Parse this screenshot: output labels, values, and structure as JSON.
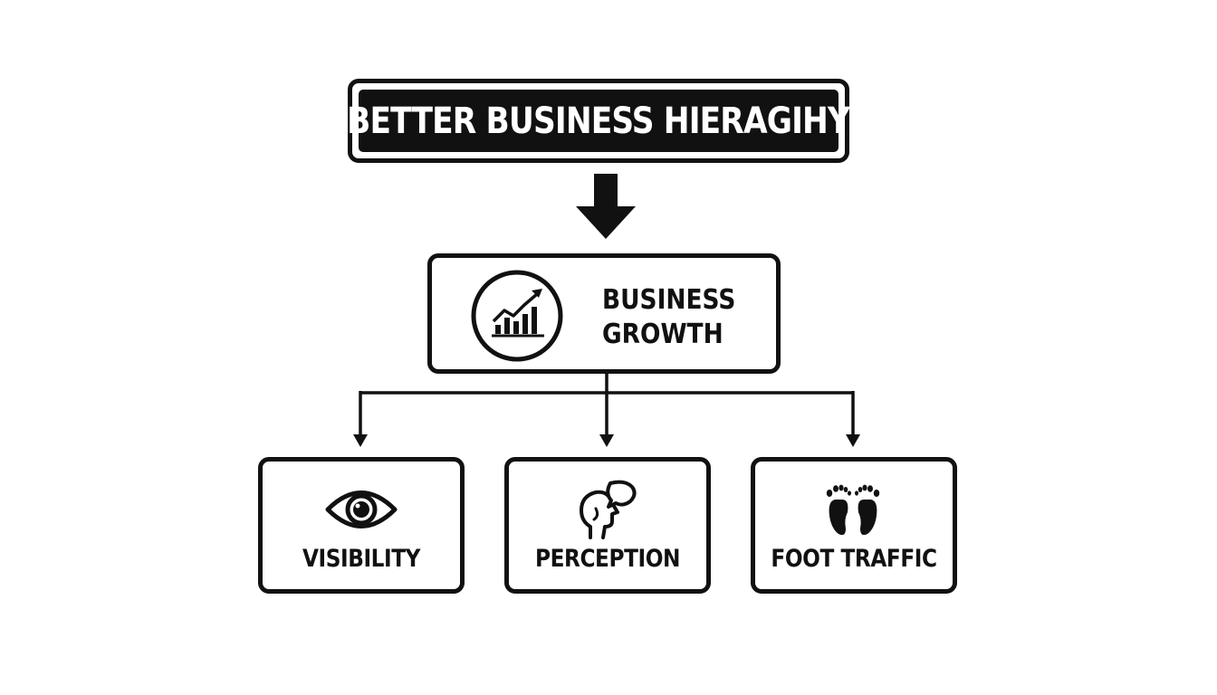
{
  "title": "BETTER BUSINESS HIERAGIHY",
  "growth": {
    "line1": "BUSINESS",
    "line2": "GROWTH",
    "icon": "growth-chart-icon"
  },
  "children": [
    {
      "label": "VISIBILITY",
      "icon": "eye-icon"
    },
    {
      "label": "PERCEPTION",
      "icon": "head-speech-bubble-icon"
    },
    {
      "label": "FOOT TRAFFIC",
      "icon": "footprints-icon"
    }
  ],
  "colors": {
    "ink": "#111111",
    "background": "#ffffff"
  }
}
